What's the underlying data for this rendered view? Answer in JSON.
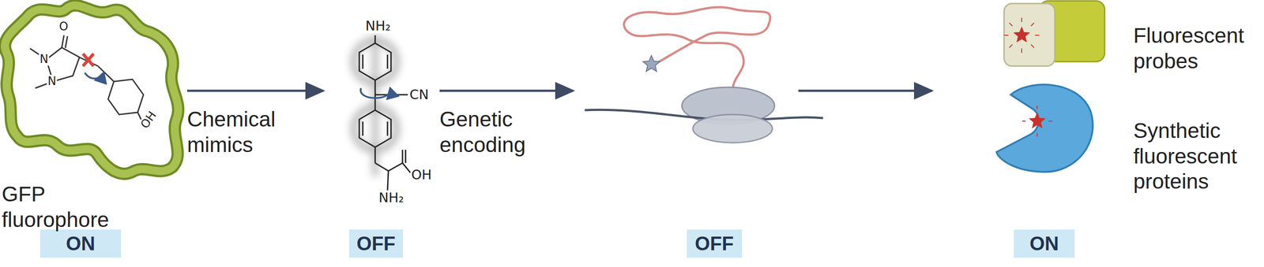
{
  "diagram": {
    "nodes": [
      {
        "text": [
          "ON"
        ]
      },
      {
        "text": [
          "OFF"
        ]
      },
      {
        "text": [
          "OFF"
        ]
      },
      {
        "text": [
          "ON"
        ]
      }
    ],
    "labels": [
      "GFP fluorophore",
      "O",
      "N",
      "N",
      "OH",
      "Chemical mimics",
      "NH₂",
      "CN",
      "OH",
      "NH₂",
      "Genetic encoding",
      "Fluorescent probes",
      "Synthetic fluorescent proteins"
    ]
  }
}
